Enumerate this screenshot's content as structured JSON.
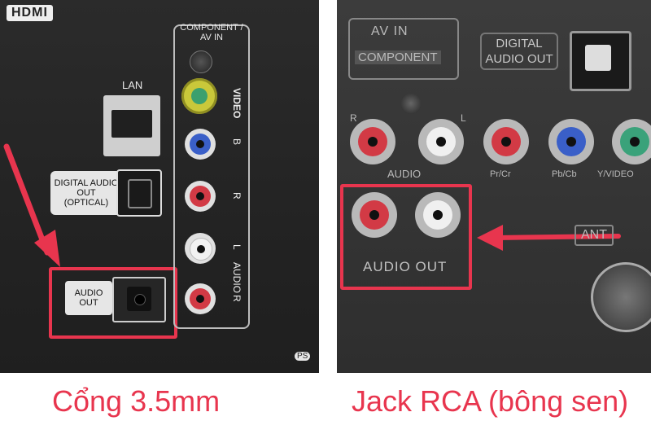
{
  "left": {
    "hdmi_logo": "HDMI",
    "lan_label": "LAN",
    "component_header": "COMPONENT / AV IN",
    "optical_label": "DIGITAL AUDIO OUT (OPTICAL)",
    "audio_out_label": "AUDIO OUT",
    "video_label": "VIDEO",
    "audio_label": "AUDIO",
    "pr_label": "R",
    "pb_label": "B",
    "l_label": "L",
    "r_label": "R",
    "ps_badge": "PS"
  },
  "right": {
    "av_in_label": "AV IN",
    "component_label": "COMPONENT",
    "digital_audio_label": "DIGITAL AUDIO OUT",
    "audio_label": "AUDIO",
    "pr_label": "Pr/Cr",
    "pb_label": "Pb/Cb",
    "yvideo_label": "Y/VIDEO",
    "audio_out_label": "AUDIO OUT",
    "ant_label": "ANT",
    "r_label": "R",
    "l_label": "L"
  },
  "captions": {
    "left": "Cổng 3.5mm",
    "right": "Jack RCA (bông sen)"
  },
  "colors": {
    "highlight": "#e8354e",
    "caption": "#e8354e",
    "yellow": "#c9c83a",
    "blue": "#3a5fc8",
    "red": "#d23a45",
    "white": "#e8e8e8",
    "green": "#3aa27a"
  },
  "icons": [
    "arrow-icon",
    "screw-icon",
    "optical-port-icon"
  ]
}
